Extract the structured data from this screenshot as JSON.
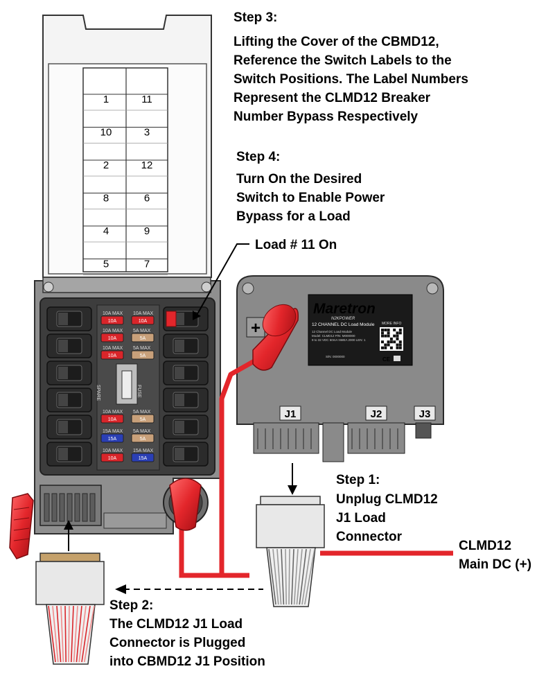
{
  "steps": {
    "step3": [
      "Step 3:",
      "Lifting the Cover of the CBMD12,",
      "Reference the Switch Labels to the",
      "Switch Positions. The Label Numbers",
      "Represent the CLMD12 Breaker",
      "Number Bypass Respectively"
    ],
    "step4": [
      "Step 4:",
      "Turn On the Desired",
      "Switch to Enable Power",
      "Bypass for a Load"
    ],
    "step1": [
      "Step 1:",
      "Unplug CLMD12",
      "J1 Load",
      "Connector"
    ],
    "step2": [
      "Step 2:",
      "The CLMD12 J1 Load",
      "Connector is Plugged",
      "into CBMD12 J1 Position"
    ]
  },
  "callouts": {
    "load_on": "Load # 11 On",
    "main_dc": [
      "CLMD12",
      "Main DC (+)"
    ]
  },
  "switch_labels": [
    [
      "1",
      "11"
    ],
    [
      "10",
      "3"
    ],
    [
      "2",
      "12"
    ],
    [
      "8",
      "6"
    ],
    [
      "4",
      "9"
    ],
    [
      "5",
      "7"
    ]
  ],
  "module": {
    "brand": "Maretron",
    "subbrand": "N2KPOWER",
    "name": "12 CHANNEL DC Load Module",
    "more_info": "MORE INFO",
    "detail_lines": [
      "12 Channel DC Load Module",
      "Model: CLMD12        P/N: M000000",
      "9 to 32 VDC  50mA  NMEA 2000 LEN: 1"
    ],
    "serial": "S/N: 0000000",
    "marks": "CE",
    "plus": "+",
    "ports": [
      "J1",
      "J2",
      "J3"
    ]
  },
  "fuses": {
    "left": [
      {
        "label": "10A MAX",
        "text": "10A",
        "color": "#d9252a"
      },
      {
        "label": "10A MAX",
        "text": "10A",
        "color": "#d9252a"
      },
      {
        "label": "10A MAX",
        "text": "10A",
        "color": "#d9252a"
      }
    ],
    "right": [
      {
        "label": "10A MAX",
        "text": "10A",
        "color": "#d9252a"
      },
      {
        "label": "5A MAX",
        "text": "5A",
        "color": "#c8a07a"
      },
      {
        "label": "5A MAX",
        "text": "5A",
        "color": "#c8a07a"
      }
    ],
    "left_low": [
      {
        "label": "10A MAX",
        "text": "10A",
        "color": "#d9252a"
      },
      {
        "label": "15A MAX",
        "text": "15A",
        "color": "#2a3fb5"
      },
      {
        "label": "10A MAX",
        "text": "10A",
        "color": "#d9252a"
      }
    ],
    "right_low": [
      {
        "label": "5A MAX",
        "text": "5A",
        "color": "#c8a07a"
      },
      {
        "label": "5A MAX",
        "text": "5A",
        "color": "#c8a07a"
      },
      {
        "label": "15A MAX",
        "text": "15A",
        "color": "#2a3fb5"
      }
    ],
    "spare": "SPARE",
    "fuse": "FUSE"
  },
  "colors": {
    "red": "#e3262b",
    "housing": "#8c8c8c",
    "dark": "#3a3a3a",
    "cover": "#f2f2f2"
  }
}
